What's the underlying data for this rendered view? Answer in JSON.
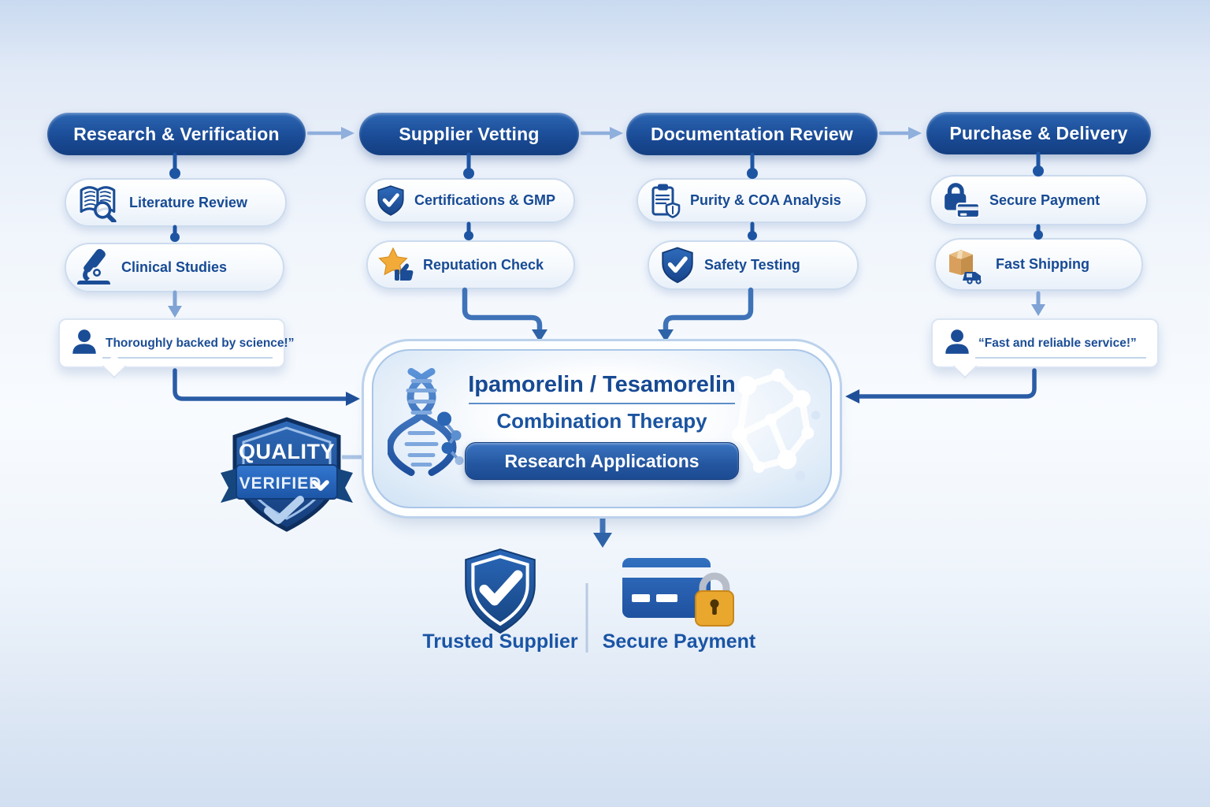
{
  "columns": [
    {
      "header": "Research & Verification",
      "items": [
        {
          "label": "Literature Review",
          "icon": "book-magnifier-icon"
        },
        {
          "label": "Clinical Studies",
          "icon": "microscope-icon"
        }
      ],
      "testimonial": "Thoroughly backed by science!”"
    },
    {
      "header": "Supplier Vetting",
      "items": [
        {
          "label": "Certifications & GMP",
          "icon": "shield-check-icon"
        },
        {
          "label": "Reputation Check",
          "icon": "star-thumbs-up-icon"
        }
      ]
    },
    {
      "header": "Documentation Review",
      "items": [
        {
          "label": "Purity & COA Analysis",
          "icon": "clipboard-shield-icon"
        },
        {
          "label": "Safety Testing",
          "icon": "shield-check-icon"
        }
      ]
    },
    {
      "header": "Purchase & Delivery",
      "items": [
        {
          "label": "Secure Payment",
          "icon": "lock-credit-card-icon"
        },
        {
          "label": "Fast Shipping",
          "icon": "package-truck-icon"
        }
      ],
      "testimonial": "“Fast and reliable service!”"
    }
  ],
  "center": {
    "title": "Ipamorelin / Tesamorelin",
    "subtitle": "Combination Therapy",
    "button_label": "Research Applications"
  },
  "badge": {
    "line1": "QUALITY",
    "line2": "VERIFIED"
  },
  "footer": {
    "items": [
      {
        "label": "Trusted Supplier",
        "icon": "shield-check-icon"
      },
      {
        "label": "Secure Payment",
        "icon": "credit-card-lock-icon"
      }
    ]
  },
  "colors": {
    "header_blue": "#1b4c97",
    "accent_blue": "#1d55a3",
    "label_blue": "#174a94",
    "arrow_light_blue": "#8fafdc",
    "gold": "#eda93a",
    "package_tan": "#d8a05c",
    "background_top": "#c9daf0",
    "background_bottom": "#d1dff1"
  }
}
